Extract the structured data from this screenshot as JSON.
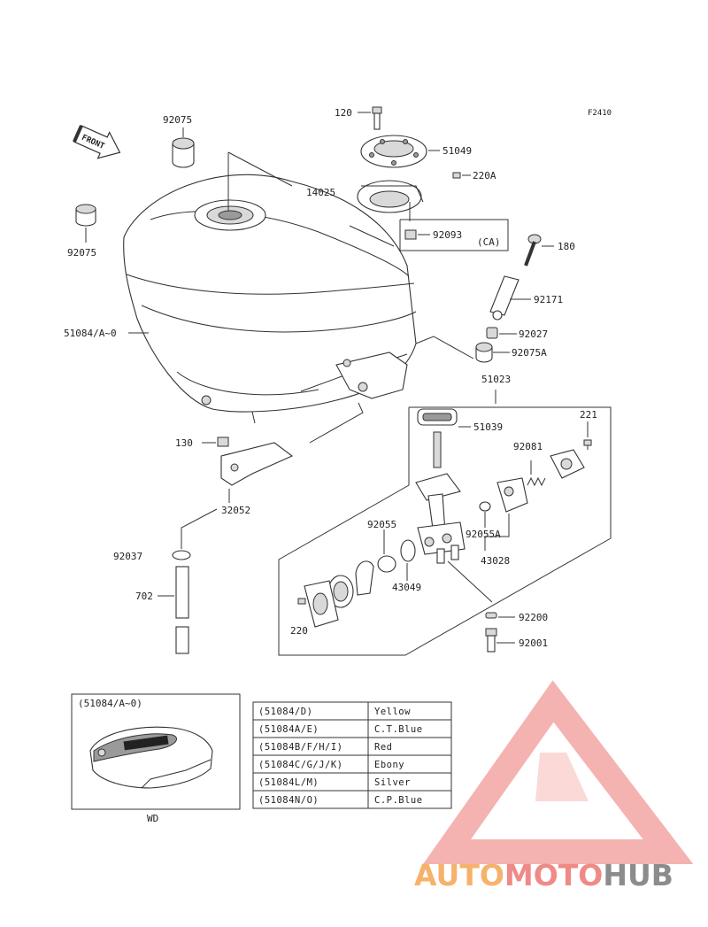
{
  "figure_code": "F2410",
  "front_arrow": "FRONT",
  "labels": {
    "p120": "120",
    "p51049": "51049",
    "p220A": "220A",
    "p14025": "14025",
    "p92093": "92093",
    "pCA": "(CA)",
    "p180": "180",
    "p92171": "92171",
    "p92027": "92027",
    "p92075A": "92075A",
    "p51023": "51023",
    "p221": "221",
    "p51039": "51039",
    "p92081": "92081",
    "p92075a": "92075",
    "p92075b": "92075",
    "p51084": "51084/A~0",
    "p130": "130",
    "p32052": "32052",
    "p92037": "92037",
    "p702": "702",
    "p92055": "92055",
    "p92055A": "92055A",
    "p43028": "43028",
    "p43049": "43049",
    "p220": "220",
    "p92200": "92200",
    "p92001": "92001"
  },
  "inset": {
    "title": "(51084/A~0)",
    "caption": "WD"
  },
  "color_table": [
    {
      "code": "(51084/D)",
      "color": "Yellow"
    },
    {
      "code": "(51084A/E)",
      "color": "C.T.Blue"
    },
    {
      "code": "(51084B/F/H/I)",
      "color": "Red"
    },
    {
      "code": "(51084C/G/J/K)",
      "color": "Ebony"
    },
    {
      "code": "(51084L/M)",
      "color": "Silver"
    },
    {
      "code": "(51084N/O)",
      "color": "C.P.Blue"
    }
  ],
  "watermark": {
    "part1": "AUTO",
    "part2": "MOTO",
    "part3": "HUB",
    "color_orange": "#f6b26b",
    "color_red": "#ef8a86",
    "color_gray": "#8c8c8c"
  }
}
